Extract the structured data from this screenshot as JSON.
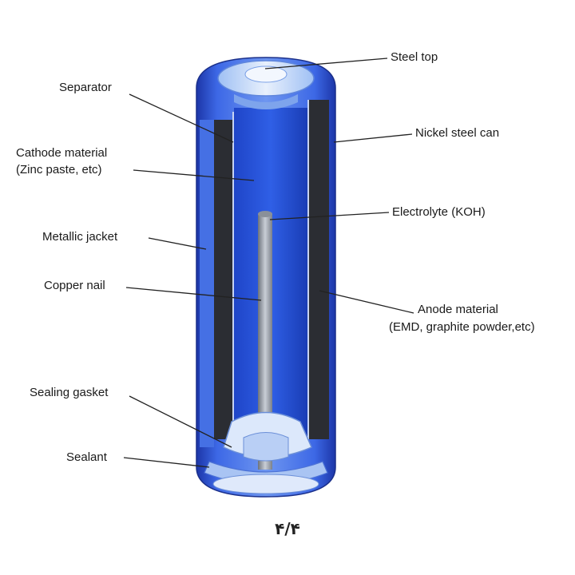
{
  "labels": {
    "separator": "Separator",
    "cathode_line1": "Cathode material",
    "cathode_line2": "(Zinc paste, etc)",
    "metallic_jacket": "Metallic jacket",
    "copper_nail": "Copper nail",
    "sealing_gasket": "Sealing gasket",
    "sealant": "Sealant",
    "steel_top": "Steel top",
    "nickel_steel_can": "Nickel steel can",
    "electrolyte": "Electrolyte (KOH)",
    "anode_line1": "Anode material",
    "anode_line2": "(EMD, graphite powder,etc)"
  },
  "page_number": "۴/۴",
  "colors": {
    "cell_blue": "#2f56d8",
    "cell_light_blue": "#8fb6f2",
    "anode_dark": "#2b2d33",
    "nail_gray": "#9aa0a8",
    "leader_line": "#222222"
  }
}
